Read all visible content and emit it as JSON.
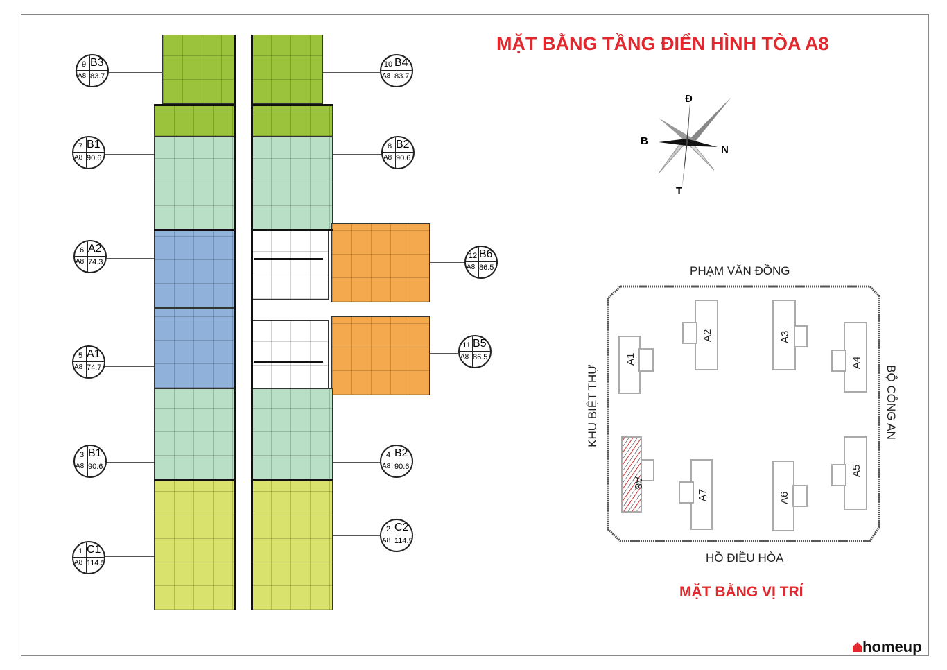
{
  "title": "MẶT BẰNG TẦNG ĐIỂN HÌNH TÒA A8",
  "site_title": "MẶT BẰNG VỊ TRÍ",
  "compass": {
    "n": "N",
    "s": "T",
    "e": "Đ",
    "w": "B"
  },
  "roads": {
    "top": "PHẠM VĂN ĐỒNG",
    "bottom": "HỒ ĐIỀU HÒA",
    "left": "KHU BIỆT THỰ",
    "right": "BỘ CÔNG AN"
  },
  "buildings": [
    "A1",
    "A2",
    "A3",
    "A4",
    "A5",
    "A6",
    "A7",
    "A8"
  ],
  "units": [
    {
      "no": "9",
      "type": "B3",
      "tower": "A8",
      "area": "83.7"
    },
    {
      "no": "10",
      "type": "B4",
      "tower": "A8",
      "area": "83.7"
    },
    {
      "no": "7",
      "type": "B1",
      "tower": "A8",
      "area": "90.6"
    },
    {
      "no": "8",
      "type": "B2",
      "tower": "A8",
      "area": "90.6"
    },
    {
      "no": "6",
      "type": "A2",
      "tower": "A8",
      "area": "74.3"
    },
    {
      "no": "12",
      "type": "B6",
      "tower": "A8",
      "area": "86.5"
    },
    {
      "no": "5",
      "type": "A1",
      "tower": "A8",
      "area": "74.7"
    },
    {
      "no": "11",
      "type": "B5",
      "tower": "A8",
      "area": "86.5"
    },
    {
      "no": "3",
      "type": "B1",
      "tower": "A8",
      "area": "90.6"
    },
    {
      "no": "4",
      "type": "B2",
      "tower": "A8",
      "area": "90.6"
    },
    {
      "no": "2",
      "type": "C2",
      "tower": "A8",
      "area": "114.5"
    },
    {
      "no": "1",
      "type": "C1",
      "tower": "A8",
      "area": "114.5"
    }
  ],
  "colors": {
    "green": "#9cc33c",
    "mint": "#b9e0c6",
    "blue": "#8fb1da",
    "orange": "#f4a94e",
    "yellow": "#d8e26c",
    "red": "#e0282e"
  },
  "logo": "homeup"
}
